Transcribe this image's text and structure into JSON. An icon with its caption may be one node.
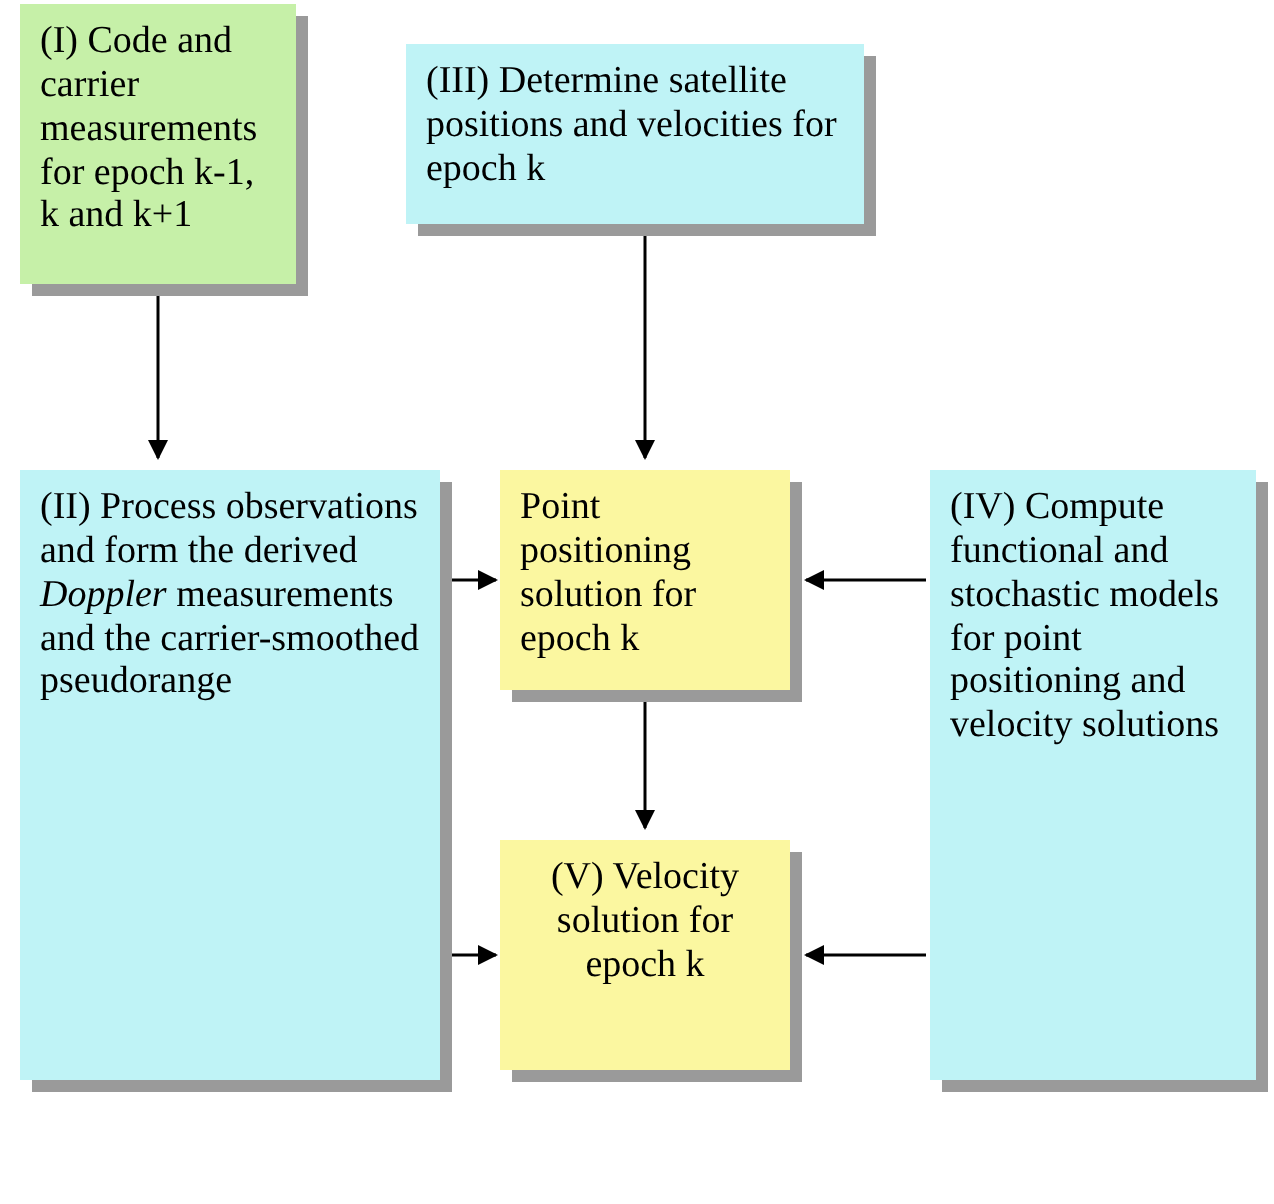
{
  "diagram": {
    "nodes": [
      {
        "text": [
          "(I) Code and carrier measurements for epoch k-1, k and k+1"
        ]
      },
      {
        "text": [
          "(III) Determine satellite positions and velocities for epoch k"
        ]
      },
      {
        "text": [
          "(II) Process observations and form the derived *Doppler* measurements and the carrier-smoothed pseudorange"
        ]
      },
      {
        "text": [
          "Point positioning solution for epoch k"
        ]
      },
      {
        "text": [
          "(IV) Compute functional and stochastic models for point positioning and velocity solutions"
        ]
      },
      {
        "text": [
          "(V) Velocity solution for epoch k"
        ]
      }
    ],
    "edges": [
      {
        "from": 0,
        "to": 2,
        "arrow": "to"
      },
      {
        "from": 1,
        "to": 3,
        "arrow": "to"
      },
      {
        "from": 2,
        "to": 3,
        "arrow": "to"
      },
      {
        "from": 4,
        "to": 3,
        "arrow": "to"
      },
      {
        "from": 3,
        "to": 5,
        "arrow": "to"
      },
      {
        "from": 2,
        "to": 5,
        "arrow": "to"
      },
      {
        "from": 4,
        "to": 5,
        "arrow": "to"
      }
    ]
  }
}
